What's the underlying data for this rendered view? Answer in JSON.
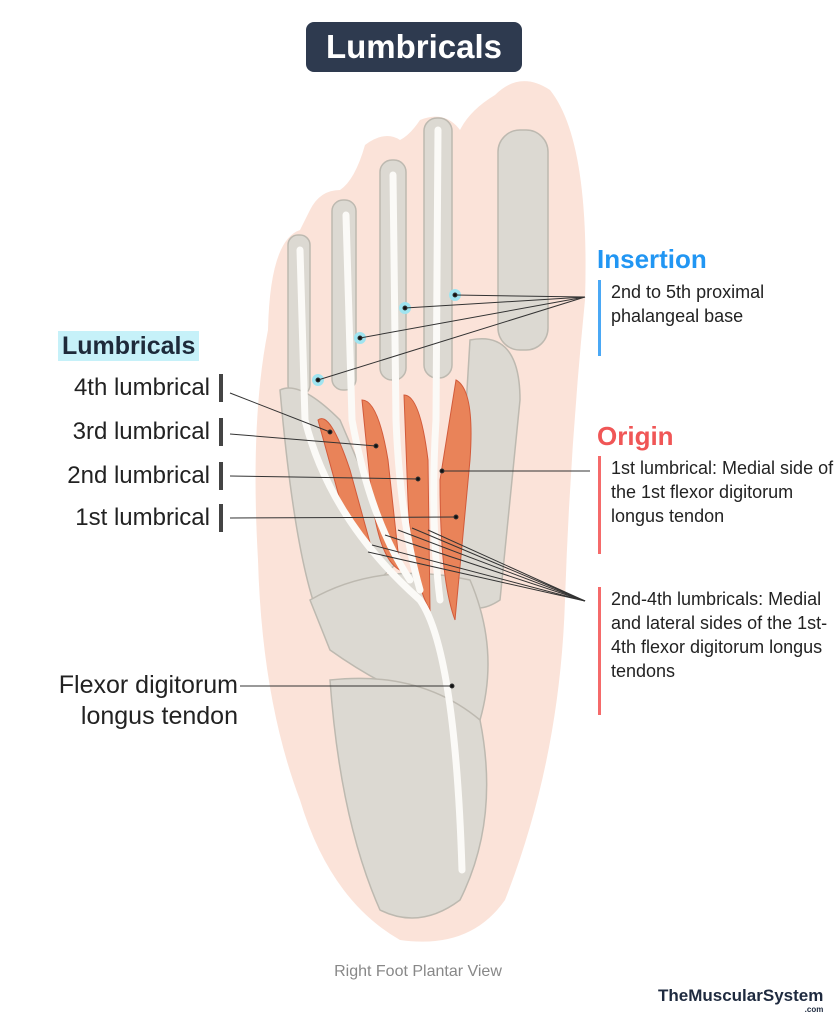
{
  "title": "Lumbricals",
  "left": {
    "heading": "Lumbricals",
    "items": [
      "4th lumbrical",
      "3rd lumbrical",
      "2nd lumbrical",
      "1st lumbrical"
    ],
    "tendon": [
      "Flexor digitorum",
      "longus tendon"
    ]
  },
  "insertion": {
    "heading": "Insertion",
    "text": "2nd to 5th proximal phalangeal base"
  },
  "origin": {
    "heading": "Origin",
    "first": "1st lumbrical: Medial side of the 1st flexor digitorum longus tendon",
    "rest": "2nd-4th lumbricals: Medial and lateral sides of the 1st-4th flexor digitorum longus tendons"
  },
  "caption": "Right Foot Plantar View",
  "logo": {
    "name": "TheMuscularSystem",
    "suffix": ".com"
  },
  "colors": {
    "title_bg": "#2e3a4f",
    "insertion": "#2196f3",
    "origin": "#f05656",
    "highlight": "#c6f1f9"
  }
}
